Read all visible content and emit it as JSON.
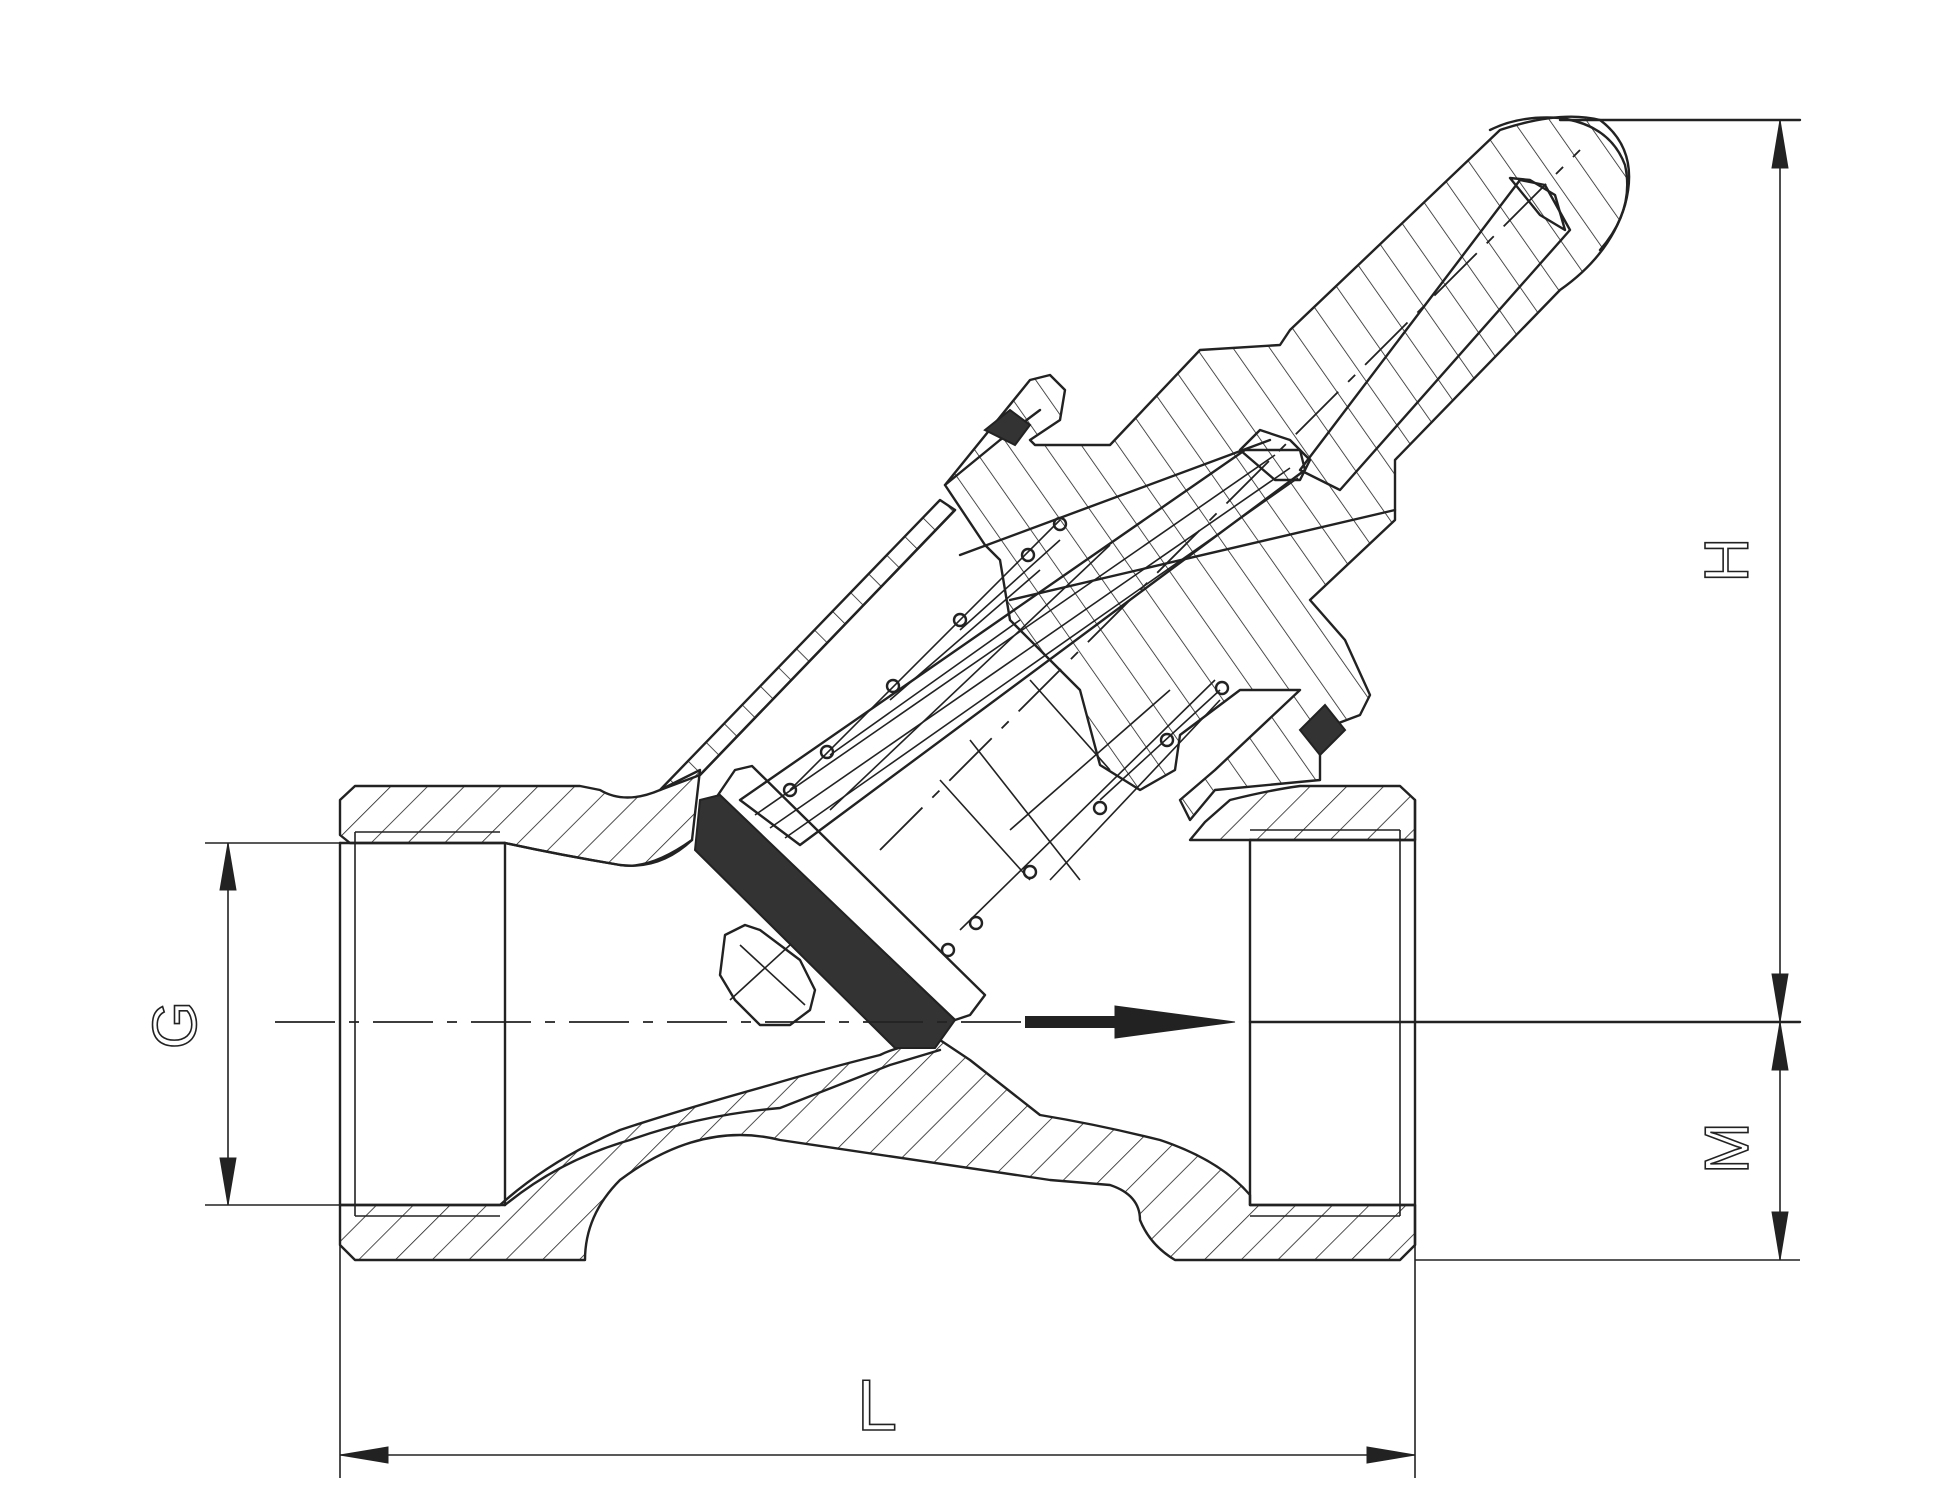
{
  "drawing": {
    "title": "",
    "dimensions": {
      "G": "G",
      "H": "H",
      "M": "M",
      "L": "L"
    },
    "colors": {
      "line": "#222222",
      "seal": "#333333",
      "background": "#ffffff"
    }
  }
}
